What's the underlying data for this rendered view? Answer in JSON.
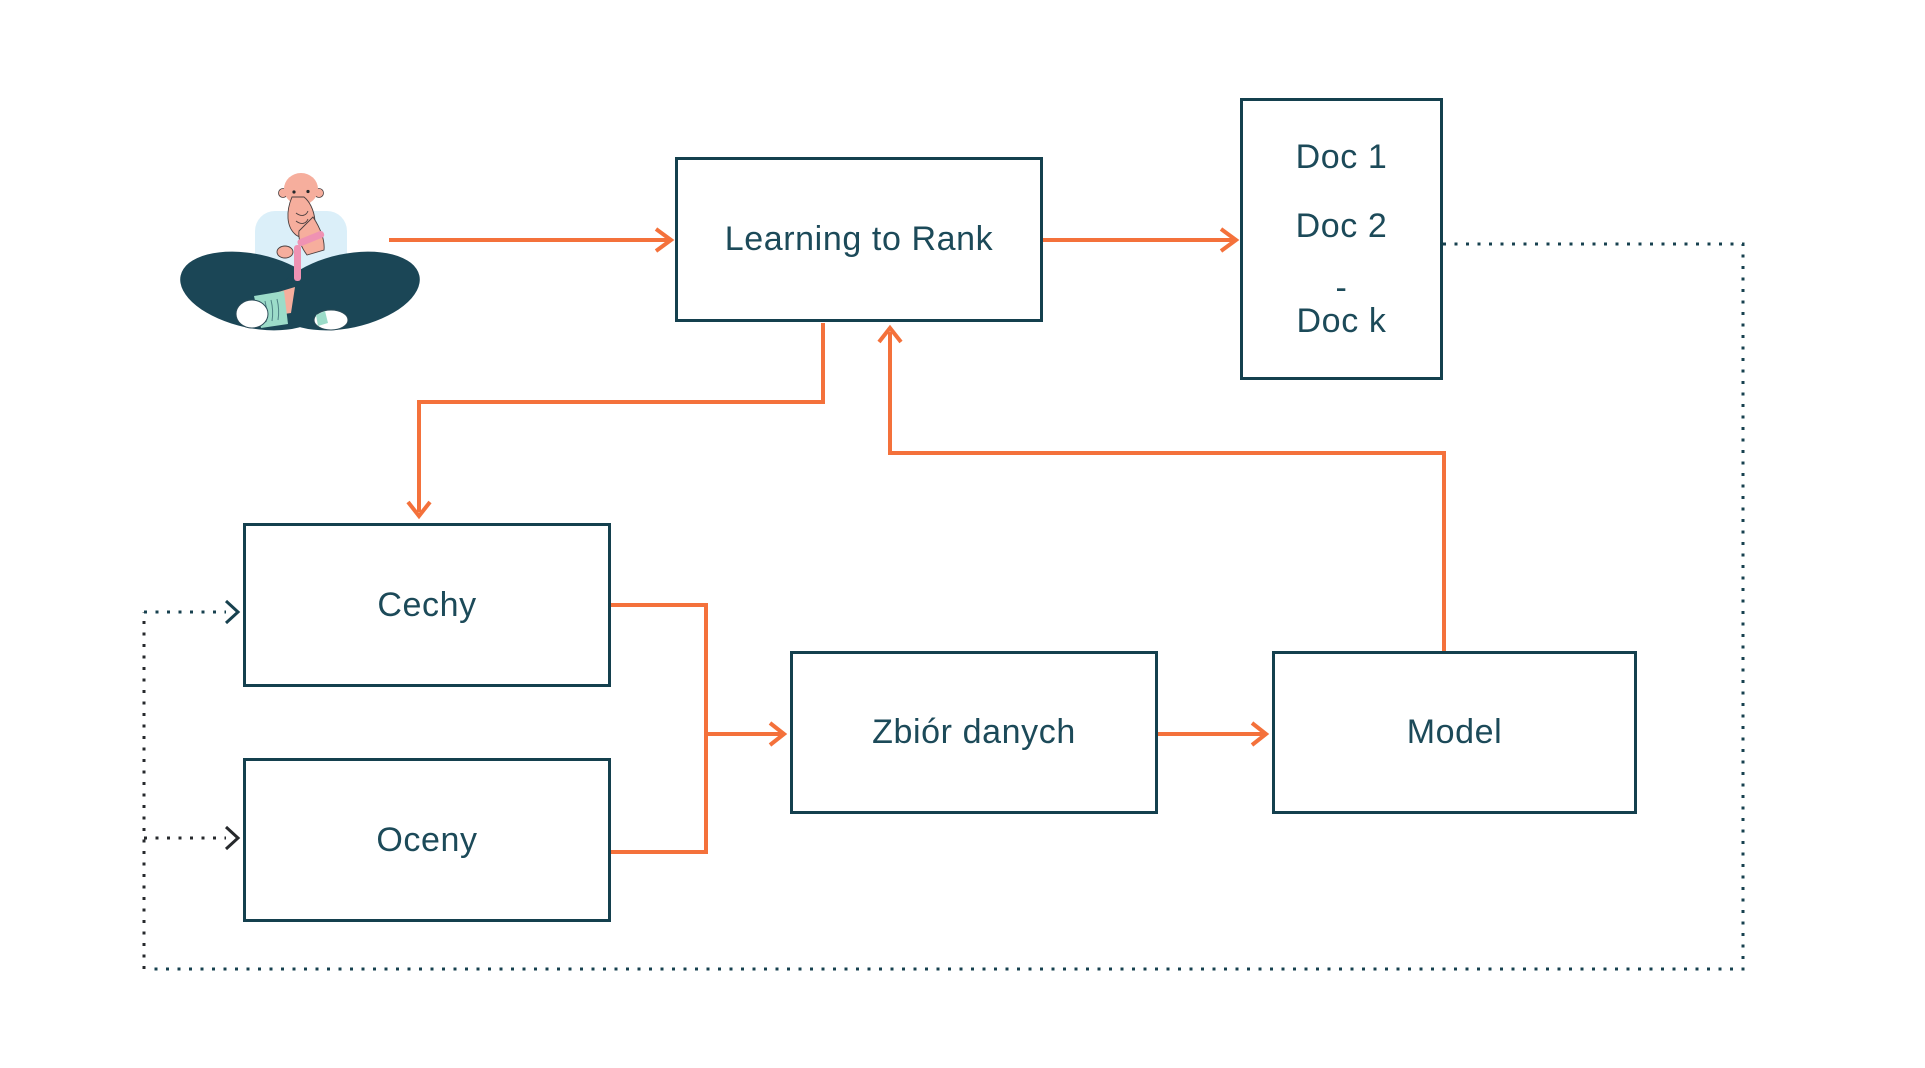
{
  "diagram": {
    "nodes": {
      "learning_to_rank": {
        "label": "Learning to Rank"
      },
      "docs": {
        "lines": [
          "Doc 1",
          "Doc 2",
          "-",
          "Doc k"
        ]
      },
      "cechy": {
        "label": "Cechy"
      },
      "oceny": {
        "label": "Oceny"
      },
      "zbior_danych": {
        "label": "Zbiór danych"
      },
      "model": {
        "label": "Model"
      }
    },
    "edges": [
      {
        "from": "person",
        "to": "learning_to_rank",
        "style": "solid-orange-arrow"
      },
      {
        "from": "learning_to_rank",
        "to": "docs",
        "style": "solid-orange-arrow"
      },
      {
        "from": "learning_to_rank",
        "to": "cechy",
        "style": "solid-orange-arrow"
      },
      {
        "from": "cechy",
        "to": "zbior_danych",
        "style": "solid-orange-merged"
      },
      {
        "from": "oceny",
        "to": "zbior_danych",
        "style": "solid-orange-merged"
      },
      {
        "from": "zbior_danych",
        "to": "model",
        "style": "solid-orange-arrow"
      },
      {
        "from": "model",
        "to": "learning_to_rank",
        "style": "solid-orange-arrow"
      },
      {
        "from": "docs",
        "to": "cechy",
        "style": "dotted-teal-arrow"
      },
      {
        "from": "docs",
        "to": "oceny",
        "style": "dotted-dark-arrow"
      }
    ],
    "colors": {
      "background": "#FFFFFF",
      "node_border": "#14404E",
      "node_text": "#1C4A59",
      "arrow_orange": "#F4713B",
      "dotted_teal": "#17414F",
      "dotted_dark": "#26292C"
    },
    "person_illustration": "thinking-person"
  }
}
